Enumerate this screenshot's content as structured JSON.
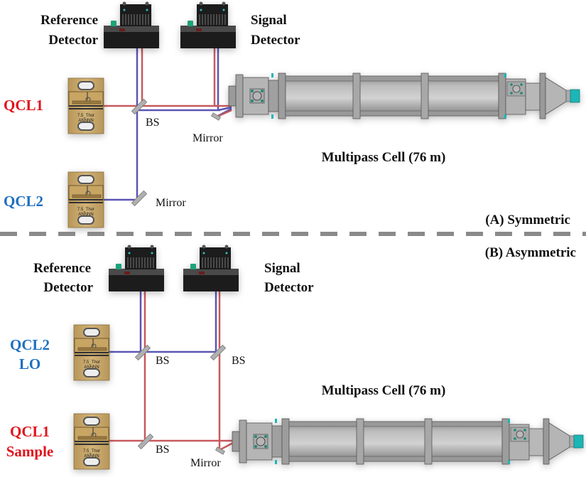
{
  "colors": {
    "red_beam": "#c8595c",
    "blue_beam": "#5a55b3",
    "red_text": "#e0141c",
    "blue_text": "#1e6fbf",
    "divider": "#8a8a8a",
    "detector_body": "#1d1d1d",
    "detector_top": "#4a4a4a",
    "laser_mount": "#c9a86a",
    "cell_metal": "#a9a9a9",
    "teal_accent": "#1fb6b6"
  },
  "panel_a": {
    "title": "(A) Symmetric",
    "reference_detector": [
      "Reference",
      "Detector"
    ],
    "signal_detector": [
      "Signal",
      "Detector"
    ],
    "qcl1": "QCL1",
    "qcl2": "QCL2",
    "bs_label": "BS",
    "mirror_label_1": "Mirror",
    "mirror_label_2": "Mirror",
    "cell_label": "Multipass Cell (76 m)",
    "laser_text": [
      "7.5_Thor",
      "ANNNN"
    ]
  },
  "panel_b": {
    "title": "(B) Asymmetric",
    "reference_detector": [
      "Reference",
      "Detector"
    ],
    "signal_detector": [
      "Signal",
      "Detector"
    ],
    "qcl2": [
      "QCL2",
      "LO"
    ],
    "qcl1": [
      "QCL1",
      "Sample"
    ],
    "bs_label_1": "BS",
    "bs_label_2": "BS",
    "bs_label_3": "BS",
    "mirror_label": "Mirror",
    "cell_label": "Multipass Cell (76 m)",
    "laser_text": [
      "7.5_Thor",
      "ANNNN"
    ]
  }
}
